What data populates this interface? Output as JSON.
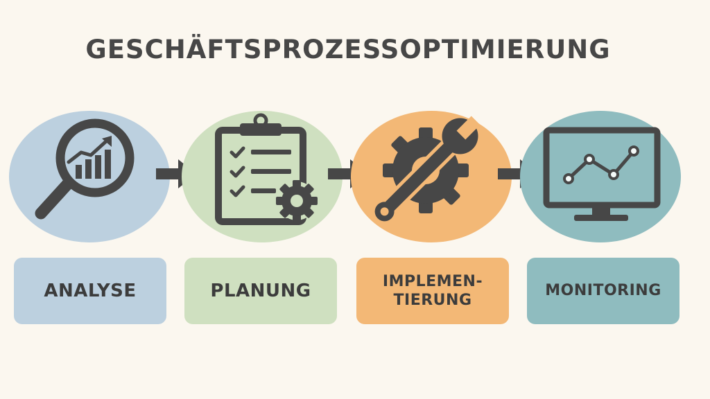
{
  "title": "GESCHÄFTSPROZESSOPTIMIERUNG",
  "stages": [
    {
      "label_line1": "ANALYSE",
      "label_line2": "",
      "icon": "magnifier-bar-chart-icon",
      "color": "#bcd0df"
    },
    {
      "label_line1": "PLANUNG",
      "label_line2": "",
      "icon": "clipboard-checklist-gear-icon",
      "color": "#cfe0c0"
    },
    {
      "label_line1": "IMPLEMEN-",
      "label_line2": "TIERUNG",
      "icon": "gear-wrench-icon",
      "color": "#f3b876"
    },
    {
      "label_line1": "MONITORING",
      "label_line2": "",
      "icon": "monitor-line-chart-icon",
      "color": "#8fbcbf"
    }
  ],
  "arrow_icon": "arrow-right-icon",
  "icon_color": "#474747"
}
